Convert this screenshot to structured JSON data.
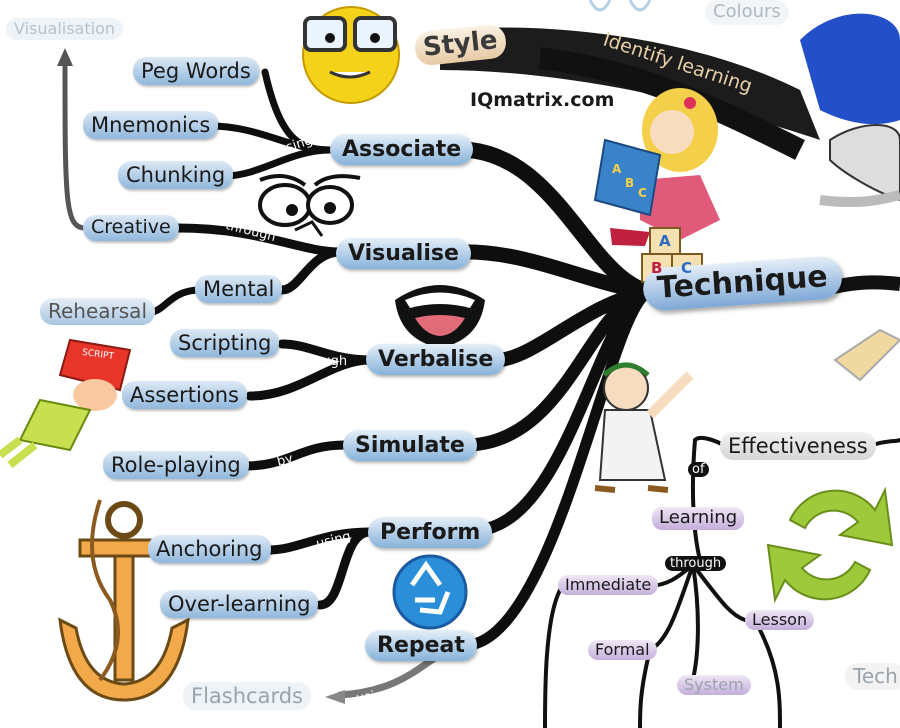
{
  "site": "IQmatrix.com",
  "central": "Technique",
  "top": {
    "style": "Style",
    "identify": "Identify learning",
    "colours": "Colours",
    "visualisation": "Visualisation"
  },
  "branches": {
    "associate": "Associate",
    "visualise": "Visualise",
    "verbalise": "Verbalise",
    "simulate": "Simulate",
    "perform": "Perform",
    "repeat": "Repeat"
  },
  "leaves": {
    "peg_words": "Peg Words",
    "mnemonics": "Mnemonics",
    "chunking": "Chunking",
    "creative": "Creative",
    "mental": "Mental",
    "rehearsal": "Rehearsal",
    "scripting": "Scripting",
    "assertions": "Assertions",
    "role_playing": "Role-playing",
    "anchoring": "Anchoring",
    "over_learning": "Over-learning",
    "flashcards": "Flashcards"
  },
  "connectors": {
    "using1": "using",
    "through1": "through",
    "through2": "through",
    "by": "by",
    "using2": "using",
    "using3": "using",
    "of": "of",
    "through3": "through"
  },
  "right": {
    "effectiveness": "Effectiveness",
    "learning": "Learning",
    "immediate": "Immediate",
    "formal": "Formal",
    "system": "System",
    "lesson": "Lesson",
    "tech": "Tech"
  },
  "illustration": {
    "book_letters": [
      "A",
      "B",
      "C"
    ],
    "block_letters": [
      "A",
      "B",
      "C"
    ],
    "script": "SCRIPT"
  }
}
